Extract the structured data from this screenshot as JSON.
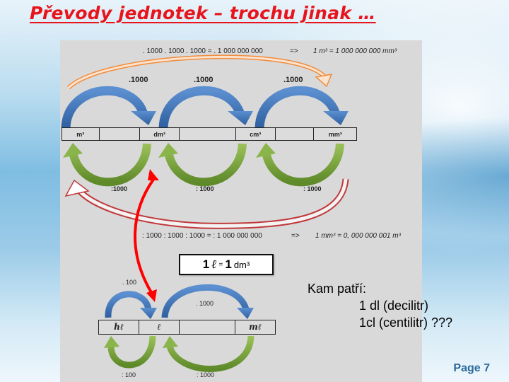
{
  "slide": {
    "title": "Převody jednotek – trochu jinak …",
    "page_label": "Page 7",
    "colors": {
      "title": "#e8141c",
      "panel": "#d9d9d9",
      "arrow_multiply": "#3f73b8",
      "arrow_divide": "#79a13a",
      "arrow_total_multiply": "#f08c3c",
      "arrow_total_divide": "#c0393b",
      "arrow_link": "#ff0000",
      "page_label": "#2b6a9c"
    }
  },
  "volume_diagram": {
    "top_equation": ". 1000 . 1000 . 1000 = . 1 000 000 000",
    "top_implies": "=>",
    "top_result": "1 m³ = 1 000 000 000 mm³",
    "multiply_labels": [
      ".1000",
      ".1000",
      ".1000"
    ],
    "units": [
      "m³",
      "",
      "dm³",
      "",
      "cm³",
      "",
      "mm³"
    ],
    "divide_labels": [
      ":1000",
      ": 1000",
      ": 1000"
    ],
    "bottom_equation": ": 1000 : 1000 : 1000 = : 1 000 000 000",
    "bottom_implies": "=>",
    "bottom_result": "1 mm³ = 0, 000 000 001 m³"
  },
  "equivalence": {
    "left_num": "1",
    "left_unit": "ℓ",
    "equals": "=",
    "right_num": "1",
    "right_unit": "dm³"
  },
  "liquid_diagram": {
    "multiply_labels": [
      ". 100",
      ". 1000"
    ],
    "units": [
      "hℓ",
      "ℓ",
      "",
      "mℓ"
    ],
    "divide_labels": [
      ": 100",
      ": 1000"
    ]
  },
  "question": {
    "heading": "Kam patří:",
    "items": [
      "1 dl (decilitr)",
      "1cl (centilitr) ???"
    ]
  }
}
